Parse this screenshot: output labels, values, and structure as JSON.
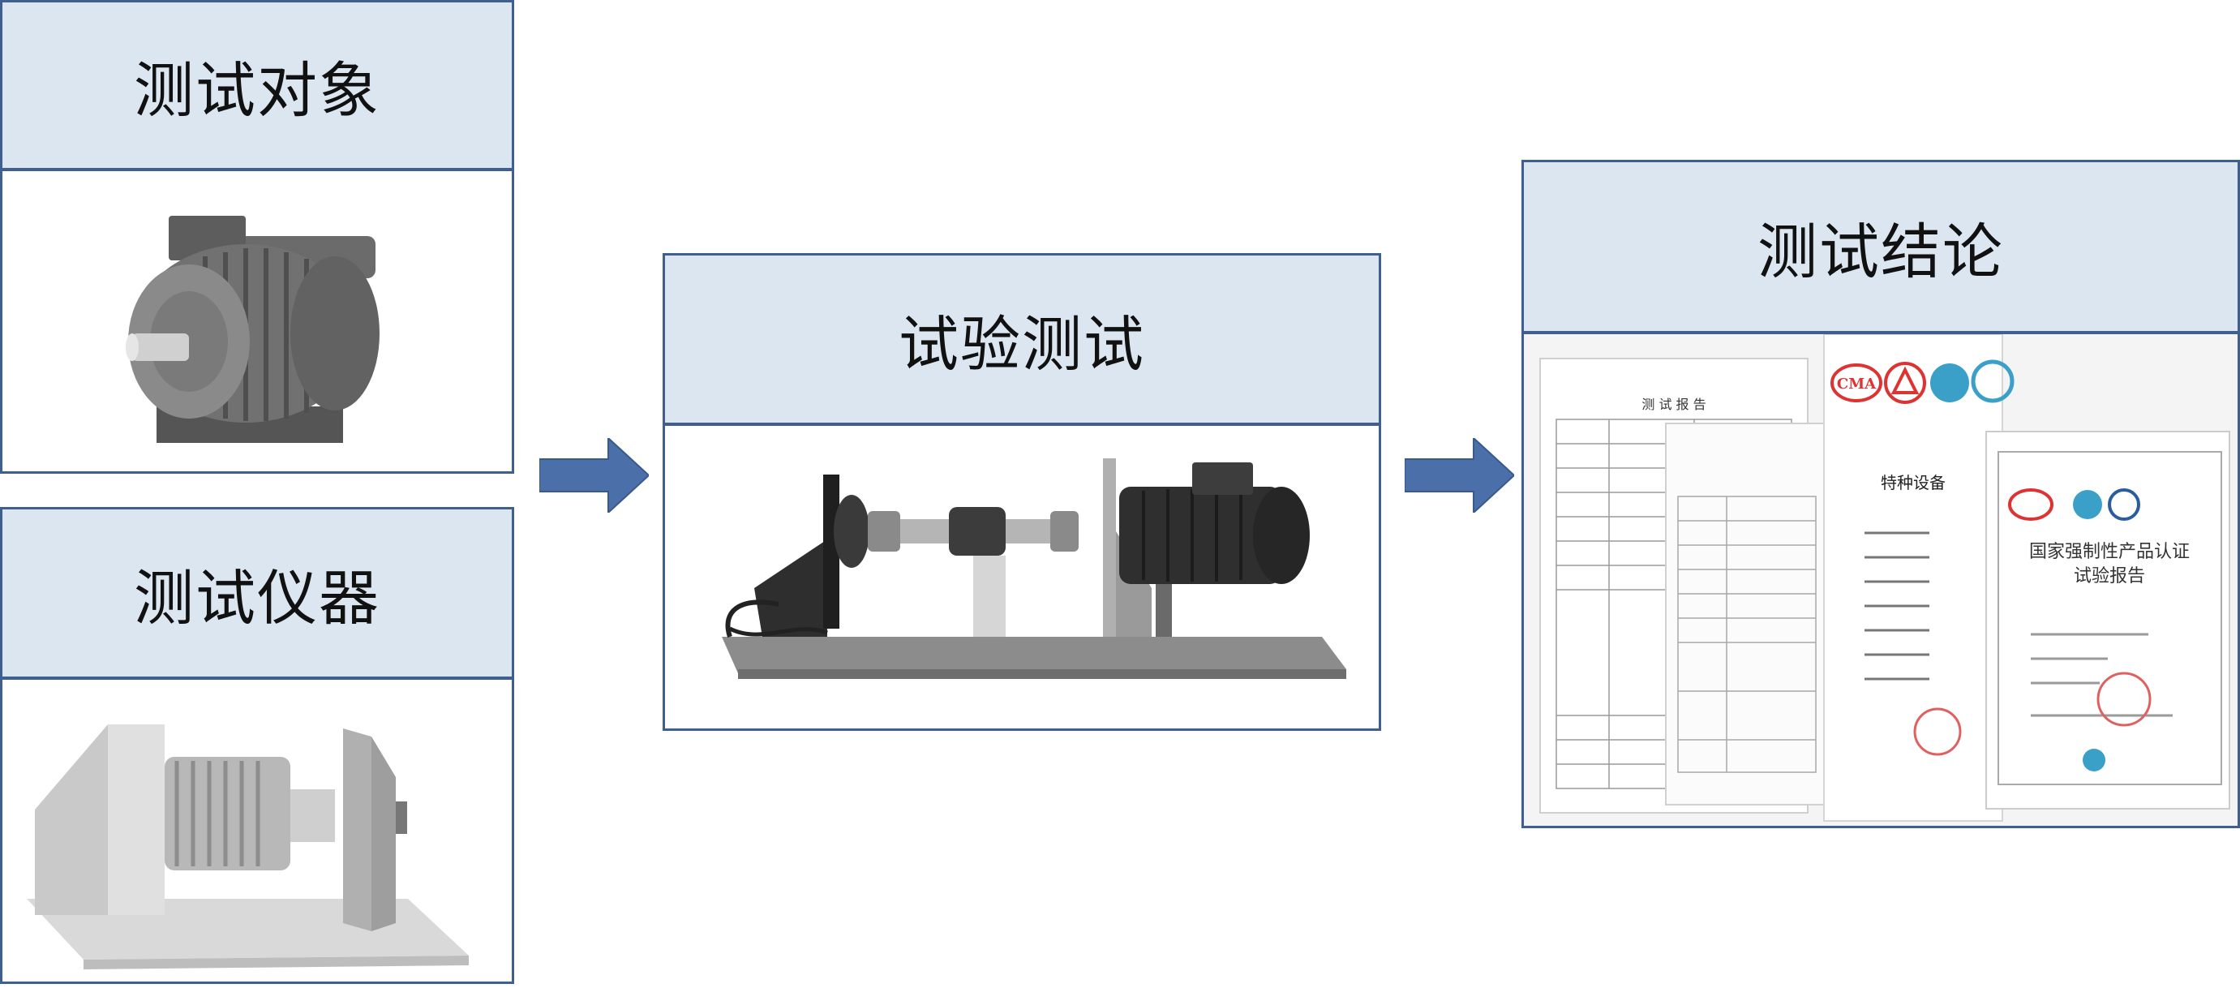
{
  "panels": {
    "object": {
      "title": "测试对象",
      "image": "electric-motor-photo"
    },
    "instrument": {
      "title": "测试仪器",
      "image": "test-bench-instrument-photo"
    },
    "experiment": {
      "title": "试验测试",
      "image": "motor-on-test-rig-photo"
    },
    "conclusion": {
      "title": "测试结论",
      "image": "test-report-documents"
    }
  },
  "documents": {
    "report_title": "测 试 报 告",
    "cert_title_line1": "国家强制性产品认证",
    "cert_title_line2": "试验报告",
    "special_equipment": "特种设备",
    "cma_mark": "CMA"
  },
  "colors": {
    "header_fill": "#dce6f1",
    "border": "#3f5f91",
    "arrow": "#4a6fa9"
  }
}
